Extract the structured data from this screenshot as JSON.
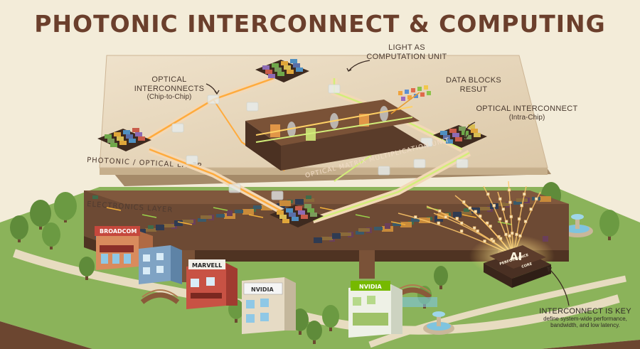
{
  "title": "PHOTONIC INTERCONNECT & COMPUTING",
  "callouts": {
    "optical_chip_to_chip": {
      "label": "OPTICAL INTERCONNECTS",
      "sub": "(Chip-to-Chip)"
    },
    "light_computation": {
      "line1": "LIGHT AS",
      "line2": "COMPUTATION UNIT"
    },
    "data_blocks": {
      "line1": "DATA BLOCKS",
      "line2": "RESUT"
    },
    "optical_intra_chip": {
      "label": "OPTICAL INTERCONNECT",
      "sub": "(Intra-Chip)"
    },
    "interconnect_key": {
      "label": "INTERCONNECT IS KEY",
      "line1": "define system-wide performance,",
      "line2": "bandwidth, and low latency."
    }
  },
  "layers": {
    "photonic": "PHOTONIC / OPTICAL LAYER",
    "electronics": "ELECTRONICS LAYER",
    "matrix_unit": "OPTICAL MATRIX MULTIPLICATION UNIT"
  },
  "core": {
    "line1": "AI",
    "line2": "PERFORMANCE",
    "line3": "CORE"
  },
  "buildings": {
    "broadcom": "BROADCOM",
    "marvell": "MARVELL",
    "nvidia_1": "NVIDIA",
    "nvidia_2": "NVIDIA"
  },
  "colors": {
    "background": "#f3ecd9",
    "title": "#6b3f2c",
    "optical_plate": "#e6d6bd",
    "electronics_layer": "#6d4a34",
    "ground": "#8bb35a",
    "beam_orange": "#ffab3d",
    "beam_green": "#d3ee7a",
    "broadcom_red": "#c5483d",
    "nvidia_green": "#76b900"
  }
}
